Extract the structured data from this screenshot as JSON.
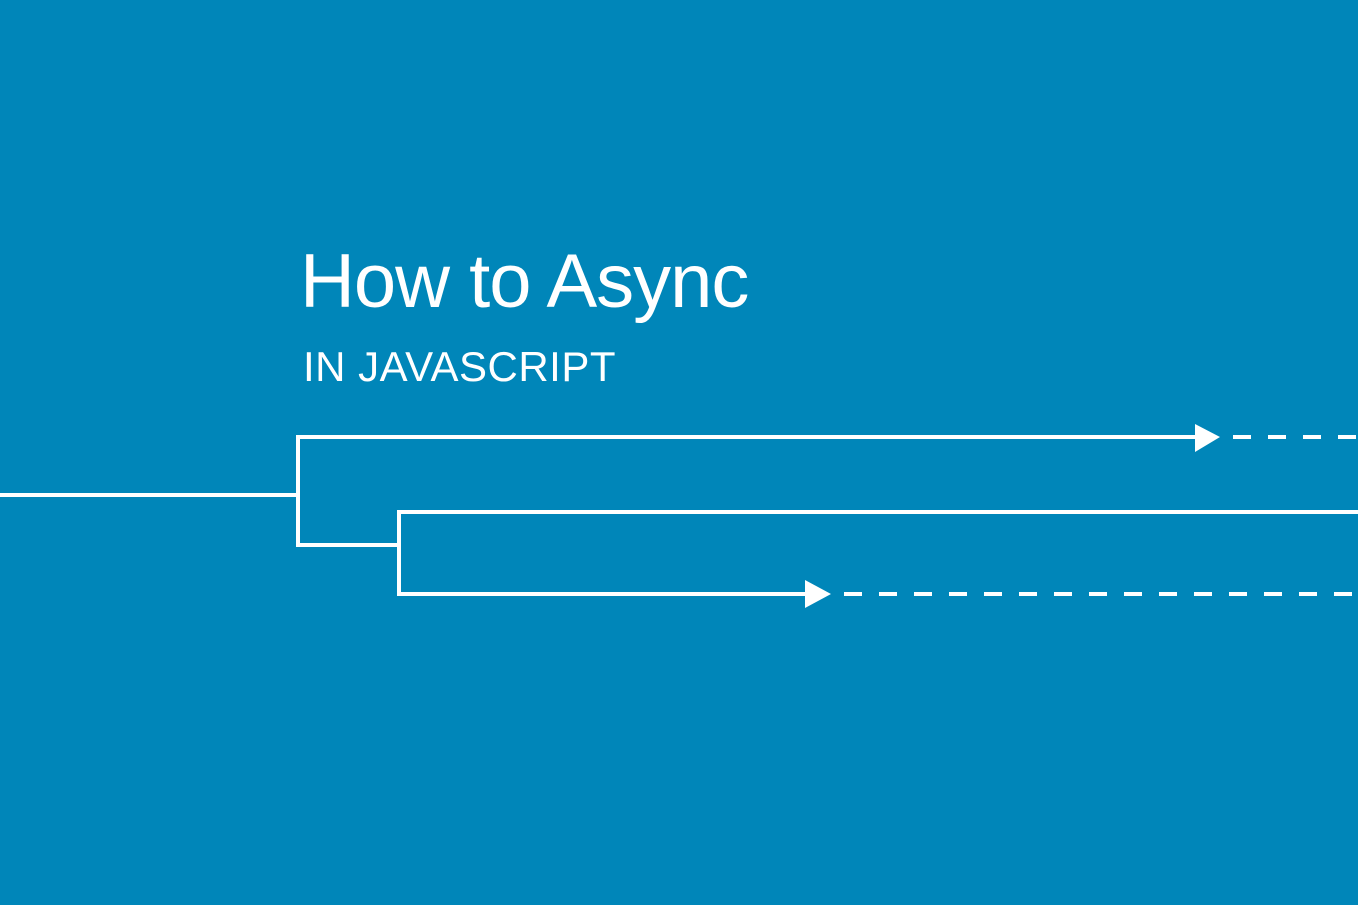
{
  "title": "How to Async",
  "subtitle": "IN JAVASCRIPT",
  "colors": {
    "background": "#0086b9",
    "foreground": "#ffffff"
  },
  "diagram": {
    "description": "Flow diagram: one input line splits into a top branch ending in an arrow followed by dashed continuation, and a second split into a solid middle line and a bottom branch ending in an arrow followed by dashed continuation",
    "branches": [
      {
        "name": "top-branch",
        "style": "solid-then-arrow-then-dashed"
      },
      {
        "name": "middle-branch",
        "style": "solid"
      },
      {
        "name": "bottom-branch",
        "style": "solid-then-arrow-then-dashed"
      }
    ]
  }
}
